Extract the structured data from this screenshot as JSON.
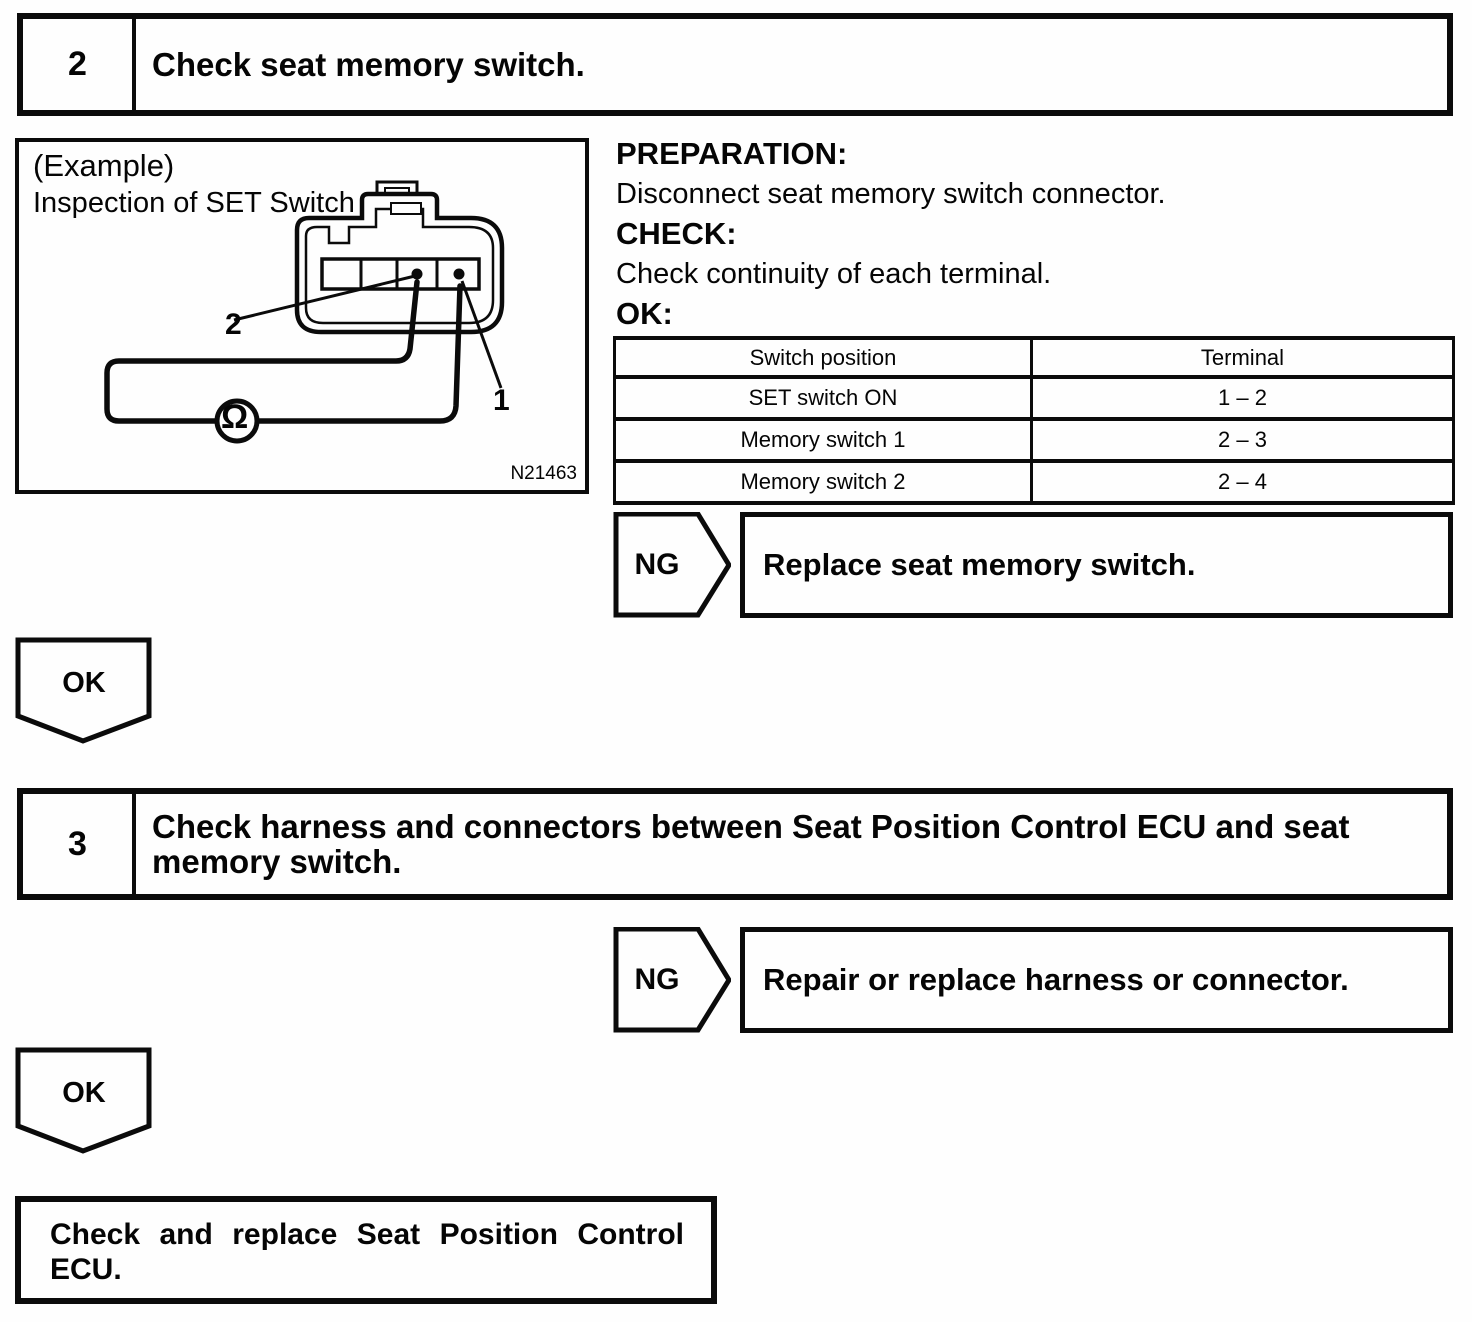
{
  "steps": [
    {
      "number": "2",
      "title": "Check seat memory switch."
    },
    {
      "number": "3",
      "title": "Check harness and connectors between Seat Position Control ECU and seat memory switch."
    }
  ],
  "example": {
    "label": "(Example)",
    "caption": "Inspection of SET Switch",
    "pin2_label": "2",
    "pin1_label": "1",
    "ohm_symbol": "Ω",
    "figure_number": "N21463",
    "diagram_icon": "ohmmeter-continuity-test-drawing"
  },
  "instructions": {
    "preparation_heading": "PREPARATION:",
    "preparation_text": "Disconnect seat memory switch connector.",
    "check_heading": "CHECK:",
    "check_text": "Check continuity of each terminal.",
    "ok_heading": "OK:"
  },
  "table": {
    "headers": [
      "Switch position",
      "Terminal"
    ],
    "rows": [
      [
        "SET switch ON",
        "1 – 2"
      ],
      [
        "Memory switch 1",
        "2 – 3"
      ],
      [
        "Memory switch 2",
        "2 – 4"
      ]
    ]
  },
  "flow": {
    "ng_label": "NG",
    "ok_label": "OK",
    "ng1_action": "Replace seat memory switch.",
    "ng2_action": "Repair or replace harness or connector.",
    "final_action": "Check and replace Seat Position Control ECU."
  },
  "colors": {
    "ink": "#0b0b0b",
    "paper": "#fefefe"
  }
}
